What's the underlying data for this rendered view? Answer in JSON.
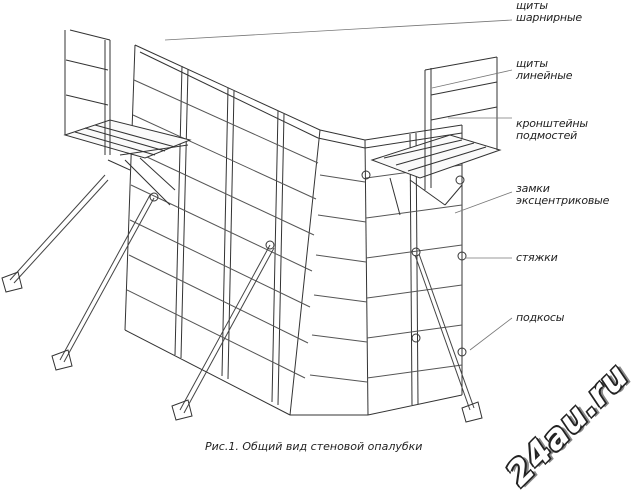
{
  "labels": {
    "hinged_panels_1": "щиты",
    "hinged_panels_2": "шарнирные",
    "linear_panels_1": "щиты",
    "linear_panels_2": "линейные",
    "brackets_1": "кронштейны",
    "brackets_2": "подмостей",
    "locks_1": "замки",
    "locks_2": "эксцентриковые",
    "ties": "стяжки",
    "braces": "подкосы"
  },
  "caption": "Рис.1. Общий вид стеновой опалубки",
  "watermark": "24au.ru"
}
